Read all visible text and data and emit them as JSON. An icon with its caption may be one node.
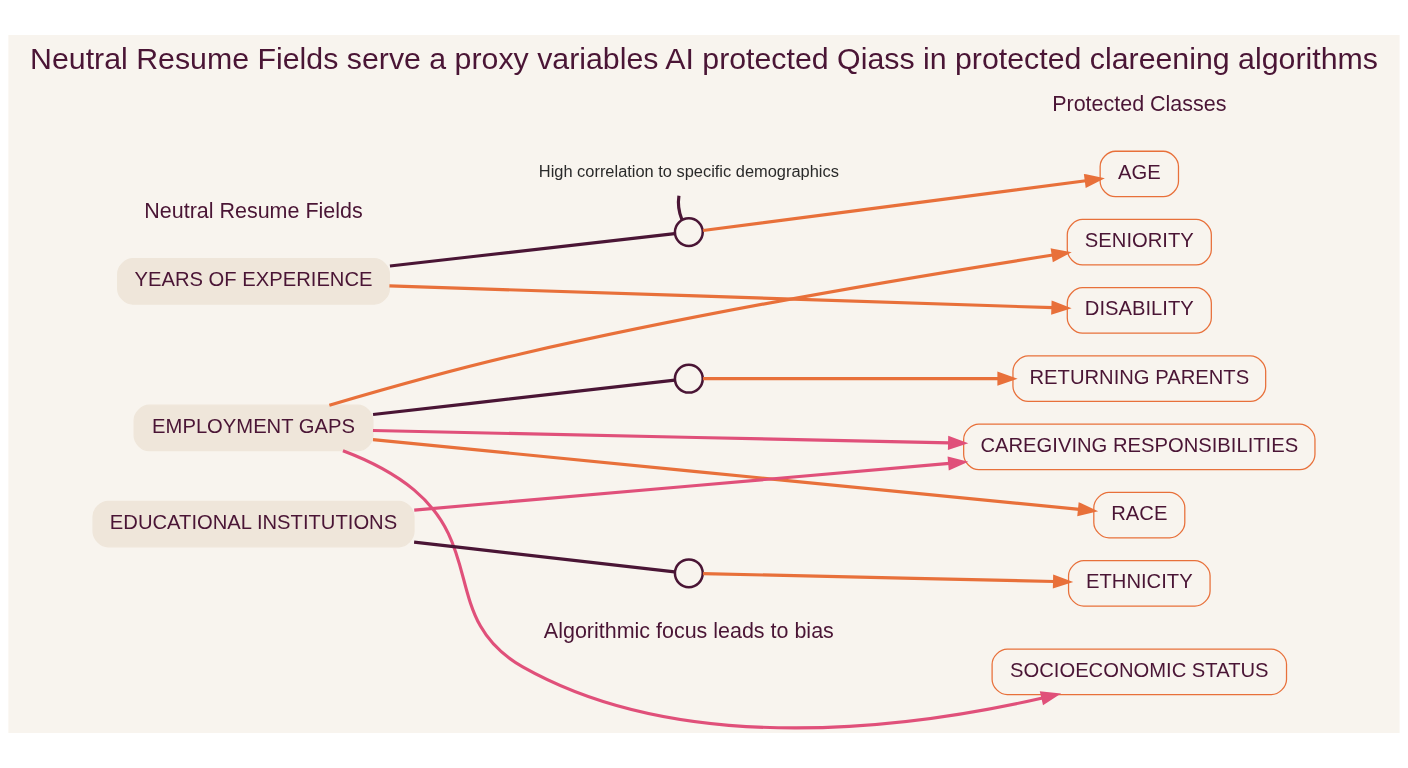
{
  "diagram": {
    "title": "Neutral Resume Fields serve a proxy variables AI protected Qiass in protected clareening algorithms",
    "nodes": [
      {
        "text": [
          "YEARS OF EXPERIENCE"
        ]
      },
      {
        "text": [
          "EMPLOYMENT GAPS"
        ]
      },
      {
        "text": [
          "EDUCATIONAL INSTITUTIONS"
        ]
      },
      {
        "text": [
          "High correlation to specific demographics"
        ]
      },
      {
        "text": [],
        "shape": "circle"
      },
      {
        "text": [],
        "shape": "circle"
      },
      {
        "text": [],
        "shape": "circle"
      },
      {
        "text": [
          "AGE"
        ]
      },
      {
        "text": [
          "SENIORITY"
        ]
      },
      {
        "text": [
          "DISABILITY"
        ]
      },
      {
        "text": [
          "RETURNING PARENTS"
        ]
      },
      {
        "text": [
          "CAREGIVING RESPONSIBILITIES"
        ]
      },
      {
        "text": [
          "RACE"
        ]
      },
      {
        "text": [
          "ETHNICITY"
        ]
      },
      {
        "text": [
          "SOCIOECONOMIC STATUS"
        ]
      }
    ],
    "edges": [
      {
        "from": 0,
        "to": 4,
        "arrow": "none",
        "color": "#4a1535"
      },
      {
        "from": 4,
        "to": 7,
        "arrow": "to"
      },
      {
        "from": 0,
        "to": 9,
        "arrow": "to"
      },
      {
        "from": 1,
        "to": 8,
        "arrow": "to"
      },
      {
        "from": 1,
        "to": 5,
        "arrow": "none",
        "color": "#4a1535"
      },
      {
        "from": 5,
        "to": 10,
        "arrow": "to"
      },
      {
        "from": 1,
        "to": 11,
        "arrow": "to",
        "color": "#e0507a"
      },
      {
        "from": 1,
        "to": 12,
        "arrow": "to"
      },
      {
        "from": 1,
        "to": 14,
        "arrow": "to",
        "color": "#e0507a"
      },
      {
        "from": 2,
        "to": 11,
        "arrow": "to",
        "color": "#e0507a"
      },
      {
        "from": 2,
        "to": 6,
        "arrow": "none",
        "color": "#4a1535"
      },
      {
        "from": 6,
        "to": 13,
        "arrow": "to"
      },
      {
        "from": 3,
        "to": 4,
        "arrow": "none",
        "color": "#4a1535"
      }
    ],
    "labels": [
      "Neutral Resume Fields",
      "Protected Classes",
      "Algorithmic focus leads to bias"
    ]
  }
}
